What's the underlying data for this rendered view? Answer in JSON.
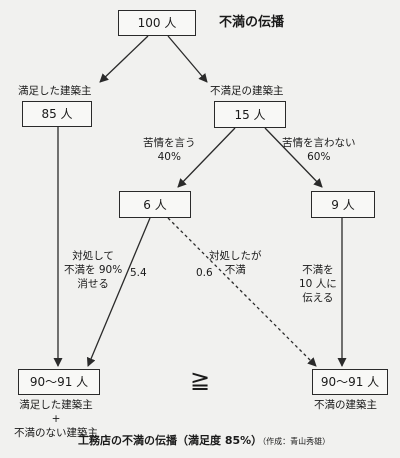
{
  "diagram": {
    "title": "不満の伝播",
    "nodes": {
      "top": "100 人",
      "satisfied": "85 人",
      "dissatisfied": "15 人",
      "complain": "6 人",
      "silent": "9 人",
      "result_left": "90〜91 人",
      "result_right": "90〜91 人"
    },
    "labels": {
      "satisfied_client": "満足した建築主",
      "dissatisfied_client": "不満足の建築主",
      "complain_branch": [
        "苦情を言う",
        "40%"
      ],
      "silent_branch": [
        "苦情を言わない",
        "60%"
      ],
      "handled": [
        "対処して",
        "不満を 90%",
        "消せる"
      ],
      "handled_value": "5.4",
      "unhandled": [
        "対処したが",
        "不満"
      ],
      "unhandled_value": "0.6",
      "spread": [
        "不満を",
        "10 人に",
        "伝える"
      ],
      "result_left_desc": [
        "満足した建築主",
        "+",
        "不満のない建築主"
      ],
      "result_right_desc": "不満の建築主",
      "comparison": "≧"
    },
    "caption": "工務店の不満の伝播（満足度 85%）",
    "caption_note": "（作成：青山秀雄）"
  }
}
